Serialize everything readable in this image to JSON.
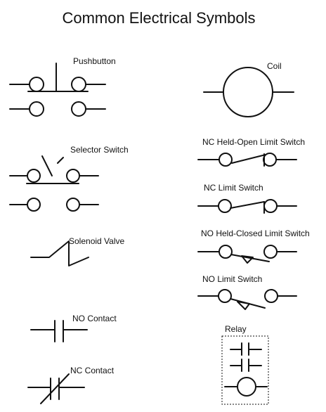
{
  "title": "Common Electrical Symbols",
  "symbols": {
    "pushbutton": "Pushbutton",
    "coil": "Coil",
    "selector_switch": "Selector Switch",
    "nc_held_open_limit_switch": "NC Held-Open Limit Switch",
    "nc_limit_switch": "NC Limit Switch",
    "solenoid_valve": "Solenoid Valve",
    "no_held_closed_limit_switch": "NO Held-Closed Limit Switch",
    "no_limit_switch": "NO Limit Switch",
    "no_contact": "NO Contact",
    "relay": "Relay",
    "nc_contact": "NC Contact"
  }
}
